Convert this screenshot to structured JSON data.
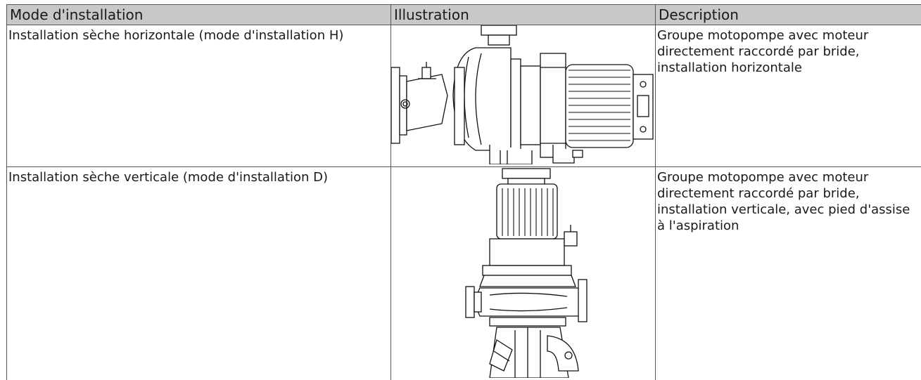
{
  "table": {
    "headers": [
      "Mode d'installation",
      "Illustration",
      "Description"
    ],
    "rows": [
      {
        "mode": "Installation sèche horizontale (mode d'installation H)",
        "description": "Groupe motopompe avec moteur directement raccordé par bride, installation horizontale",
        "illustration_icon": "horizontal-pump-drawing"
      },
      {
        "mode": "Installation sèche verticale (mode d'installation D)",
        "description": "Groupe motopompe avec moteur directement raccordé par bride, installation verticale, avec pied d'assise à l'aspiration",
        "illustration_icon": "vertical-pump-drawing"
      }
    ]
  }
}
